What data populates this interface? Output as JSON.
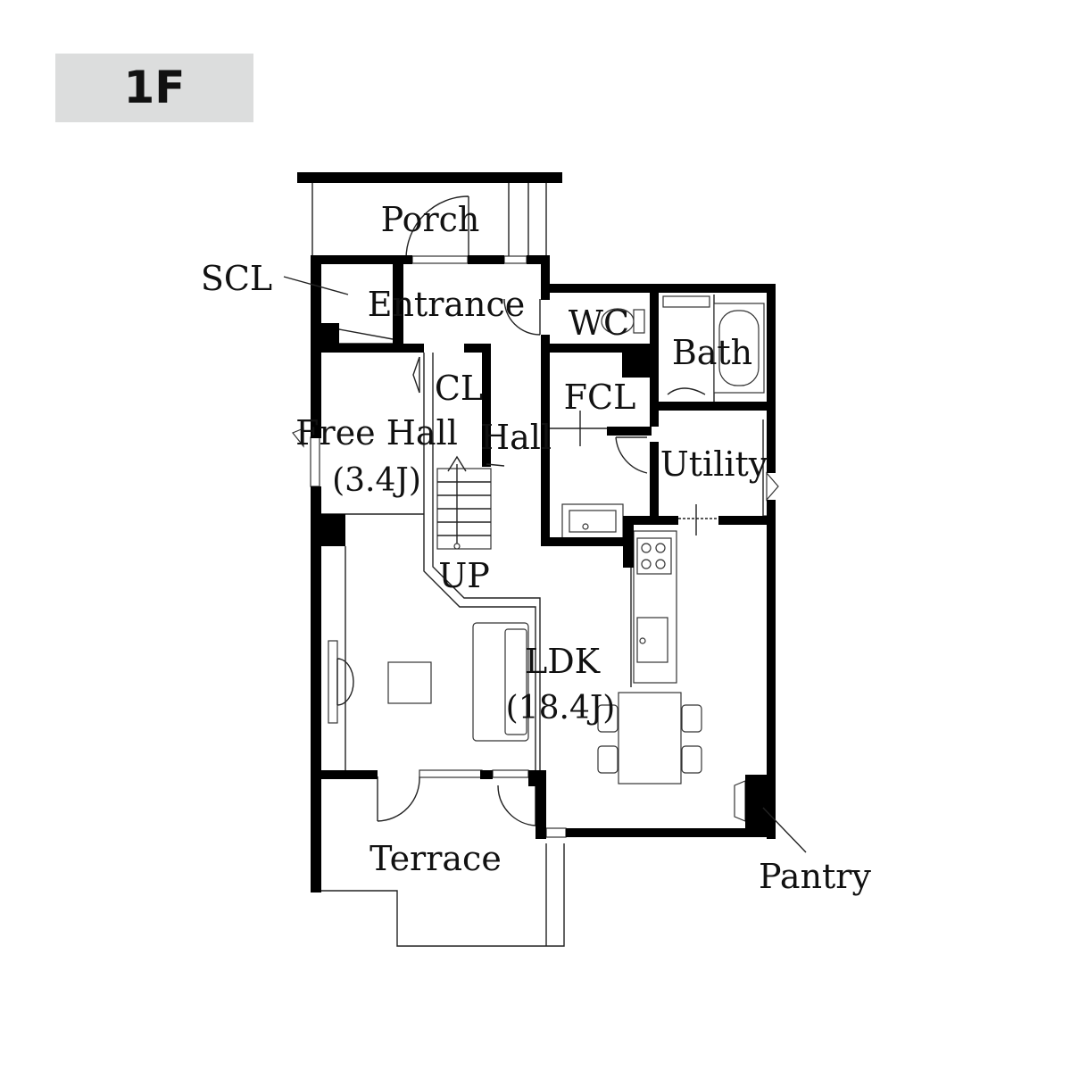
{
  "floor": {
    "label": "1F"
  },
  "rooms": {
    "porch": "Porch",
    "scl": "SCL",
    "entrance": "Entrance",
    "wc": "WC",
    "bath": "Bath",
    "cl": "CL",
    "fcl": "FCL",
    "free_hall": "Free Hall",
    "free_hall_size": "(3.4J)",
    "hall": "Hall",
    "utility": "Utility",
    "up": "UP",
    "ldk": "LDK",
    "ldk_size": "(18.4J)",
    "terrace": "Terrace",
    "pantry": "Pantry"
  },
  "colors": {
    "wall": "#000000",
    "badge": "#dcdddd",
    "text": "#111111"
  }
}
